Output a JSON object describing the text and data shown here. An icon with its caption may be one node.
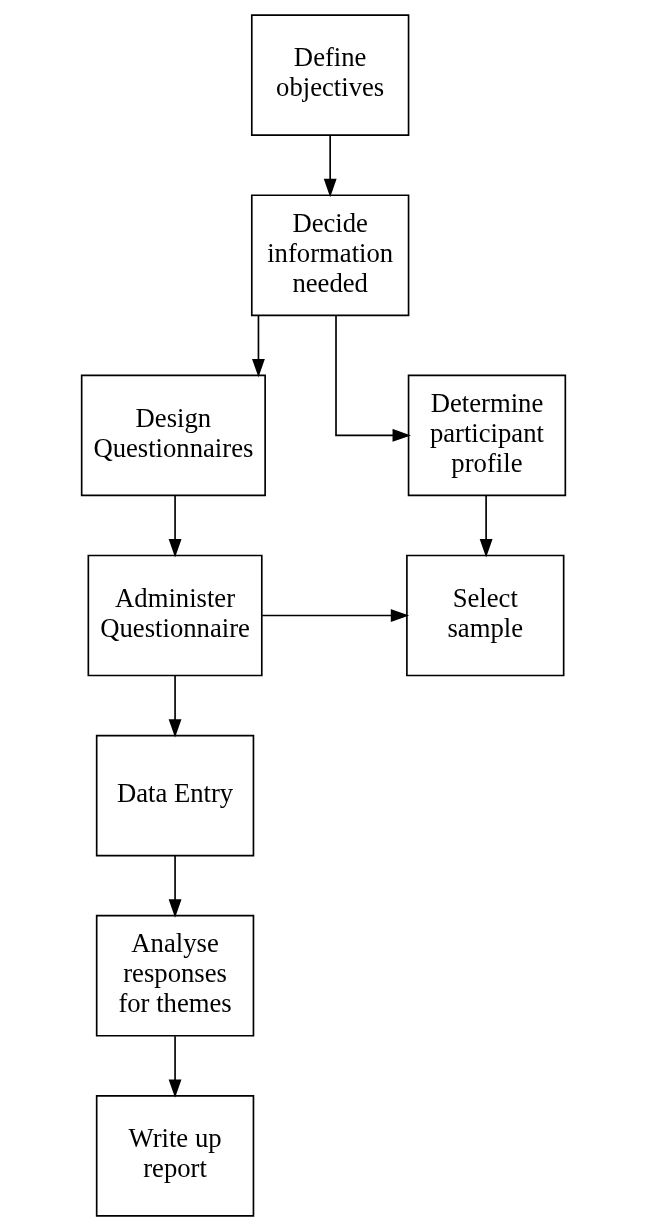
{
  "diagram": {
    "nodes": [
      {
        "text": [
          "Define objectives"
        ]
      },
      {
        "text": [
          "Decide information needed"
        ]
      },
      {
        "text": [
          "Determine participant profile"
        ]
      },
      {
        "text": [
          "Design Questionnaires"
        ]
      },
      {
        "text": [
          "Select sample"
        ]
      },
      {
        "text": [
          "Administer Questionnaire"
        ]
      },
      {
        "text": [
          "Data Entry"
        ]
      },
      {
        "text": [
          "Analyse responses for themes"
        ]
      },
      {
        "text": [
          "Write up report"
        ]
      }
    ],
    "edges": [
      {
        "from": 0,
        "to": 1,
        "arrow": "to"
      },
      {
        "from": 1,
        "to": 2,
        "arrow": "to"
      },
      {
        "from": 1,
        "to": 3,
        "arrow": "to"
      },
      {
        "from": 2,
        "to": 4,
        "arrow": "to"
      },
      {
        "from": 3,
        "to": 5,
        "arrow": "to"
      },
      {
        "from": 5,
        "to": 4,
        "arrow": "to"
      },
      {
        "from": 5,
        "to": 6,
        "arrow": "to"
      },
      {
        "from": 6,
        "to": 7,
        "arrow": "to"
      },
      {
        "from": 7,
        "to": 8,
        "arrow": "to"
      }
    ]
  }
}
